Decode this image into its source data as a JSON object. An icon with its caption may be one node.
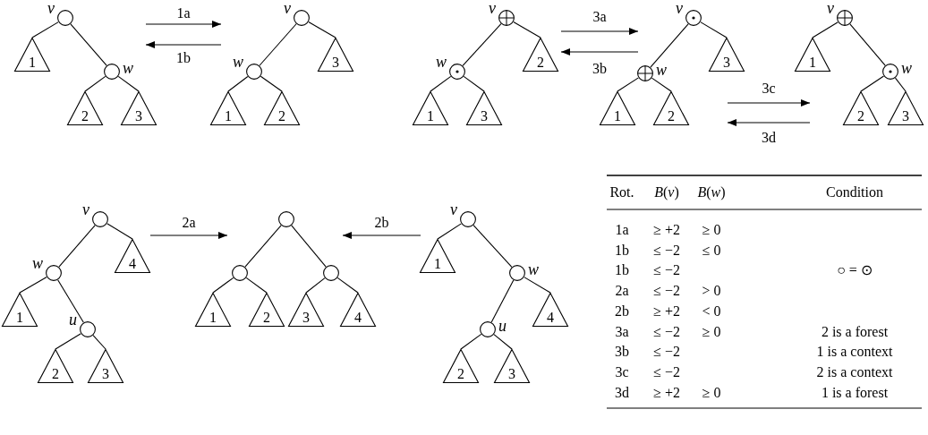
{
  "diagram": {
    "nodes": [
      {
        "text": [],
        "shape": "circle",
        "beside": [
          "v"
        ]
      },
      {
        "text": [
          "1"
        ]
      },
      {
        "text": [],
        "shape": "circle",
        "beside": [
          "w"
        ]
      },
      {
        "text": [
          "2"
        ]
      },
      {
        "text": [
          "3"
        ]
      },
      {
        "text": [],
        "shape": "circle",
        "beside": [
          "v"
        ]
      },
      {
        "text": [],
        "shape": "circle",
        "beside": [
          "w"
        ]
      },
      {
        "text": [
          "3"
        ]
      },
      {
        "text": [
          "1"
        ]
      },
      {
        "text": [
          "2"
        ]
      },
      {
        "text": [],
        "shape": "crossed-circle",
        "beside": [
          "v"
        ]
      },
      {
        "text": [],
        "shape": "dotted-circle",
        "beside": [
          "w"
        ]
      },
      {
        "text": [
          "2"
        ]
      },
      {
        "text": [
          "1"
        ]
      },
      {
        "text": [
          "3"
        ]
      },
      {
        "text": [],
        "shape": "dotted-circle",
        "beside": [
          "v"
        ]
      },
      {
        "text": [],
        "shape": "crossed-circle",
        "beside": [
          "w"
        ]
      },
      {
        "text": [
          "3"
        ]
      },
      {
        "text": [
          "1"
        ]
      },
      {
        "text": [
          "2"
        ]
      },
      {
        "text": [],
        "shape": "crossed-circle",
        "beside": [
          "v"
        ]
      },
      {
        "text": [
          "1"
        ]
      },
      {
        "text": [],
        "shape": "dotted-circle",
        "beside": [
          "w"
        ]
      },
      {
        "text": [
          "2"
        ]
      },
      {
        "text": [
          "3"
        ]
      },
      {
        "text": [],
        "shape": "circle",
        "beside": [
          "v"
        ]
      },
      {
        "text": [],
        "shape": "circle",
        "beside": [
          "w"
        ]
      },
      {
        "text": [
          "4"
        ]
      },
      {
        "text": [
          "1"
        ]
      },
      {
        "text": [],
        "shape": "circle",
        "beside": [
          "u"
        ]
      },
      {
        "text": [
          "2"
        ]
      },
      {
        "text": [
          "3"
        ]
      },
      {
        "text": [],
        "shape": "circle"
      },
      {
        "text": [],
        "shape": "circle"
      },
      {
        "text": [],
        "shape": "circle"
      },
      {
        "text": [
          "1"
        ]
      },
      {
        "text": [
          "2"
        ]
      },
      {
        "text": [
          "3"
        ]
      },
      {
        "text": [
          "4"
        ]
      },
      {
        "text": [],
        "shape": "circle",
        "beside": [
          "v"
        ]
      },
      {
        "text": [
          "1"
        ]
      },
      {
        "text": [],
        "shape": "circle",
        "beside": [
          "w"
        ]
      },
      {
        "text": [
          "4"
        ]
      },
      {
        "text": [],
        "shape": "circle",
        "beside": [
          "u"
        ]
      },
      {
        "text": [
          "2"
        ]
      },
      {
        "text": [
          "3"
        ]
      }
    ],
    "edges": [
      {
        "from": 0,
        "to": 1,
        "arrow": "none"
      },
      {
        "from": 0,
        "to": 2,
        "arrow": "none"
      },
      {
        "from": 2,
        "to": 3,
        "arrow": "none"
      },
      {
        "from": 2,
        "to": 4,
        "arrow": "none"
      },
      {
        "from": 5,
        "to": 6,
        "arrow": "none"
      },
      {
        "from": 5,
        "to": 7,
        "arrow": "none"
      },
      {
        "from": 6,
        "to": 8,
        "arrow": "none"
      },
      {
        "from": 6,
        "to": 9,
        "arrow": "none"
      },
      {
        "from": 10,
        "to": 11,
        "arrow": "none"
      },
      {
        "from": 10,
        "to": 12,
        "arrow": "none"
      },
      {
        "from": 11,
        "to": 13,
        "arrow": "none"
      },
      {
        "from": 11,
        "to": 14,
        "arrow": "none"
      },
      {
        "from": 15,
        "to": 16,
        "arrow": "none"
      },
      {
        "from": 15,
        "to": 17,
        "arrow": "none"
      },
      {
        "from": 16,
        "to": 18,
        "arrow": "none"
      },
      {
        "from": 16,
        "to": 19,
        "arrow": "none"
      },
      {
        "from": 20,
        "to": 21,
        "arrow": "none"
      },
      {
        "from": 20,
        "to": 22,
        "arrow": "none"
      },
      {
        "from": 22,
        "to": 23,
        "arrow": "none"
      },
      {
        "from": 22,
        "to": 24,
        "arrow": "none"
      },
      {
        "from": 25,
        "to": 26,
        "arrow": "none"
      },
      {
        "from": 25,
        "to": 27,
        "arrow": "none"
      },
      {
        "from": 26,
        "to": 28,
        "arrow": "none"
      },
      {
        "from": 26,
        "to": 29,
        "arrow": "none"
      },
      {
        "from": 29,
        "to": 30,
        "arrow": "none"
      },
      {
        "from": 29,
        "to": 31,
        "arrow": "none"
      },
      {
        "from": 32,
        "to": 33,
        "arrow": "none"
      },
      {
        "from": 32,
        "to": 34,
        "arrow": "none"
      },
      {
        "from": 33,
        "to": 35,
        "arrow": "none"
      },
      {
        "from": 33,
        "to": 36,
        "arrow": "none"
      },
      {
        "from": 34,
        "to": 37,
        "arrow": "none"
      },
      {
        "from": 34,
        "to": 38,
        "arrow": "none"
      },
      {
        "from": 39,
        "to": 40,
        "arrow": "none"
      },
      {
        "from": 39,
        "to": 41,
        "arrow": "none"
      },
      {
        "from": 41,
        "to": 43,
        "arrow": "none"
      },
      {
        "from": 41,
        "to": 42,
        "arrow": "none"
      },
      {
        "from": 43,
        "to": 44,
        "arrow": "none"
      },
      {
        "from": 43,
        "to": 45,
        "arrow": "none"
      }
    ],
    "labels": [
      "1a",
      "1b",
      "3a",
      "3b",
      "3c",
      "3d",
      "2a",
      "2b",
      "Rot.",
      "*B*(*v*)",
      "*B*(*w*)",
      "Condition",
      "1a",
      "≥ +2",
      "≥ 0",
      "1b",
      "≤ −2",
      "≤ 0",
      "1b",
      "≤ −2",
      "○ = ⊙",
      "2a",
      "≤ −2",
      "> 0",
      "2b",
      "≥ +2",
      "< 0",
      "3a",
      "≤ −2",
      "≥ 0",
      "2 is a forest",
      "3b",
      "≤ −2",
      "1 is a context",
      "3c",
      "≤ −2",
      "2 is a context",
      "3d",
      "≥ +2",
      "≥ 0",
      "1 is a forest"
    ]
  }
}
